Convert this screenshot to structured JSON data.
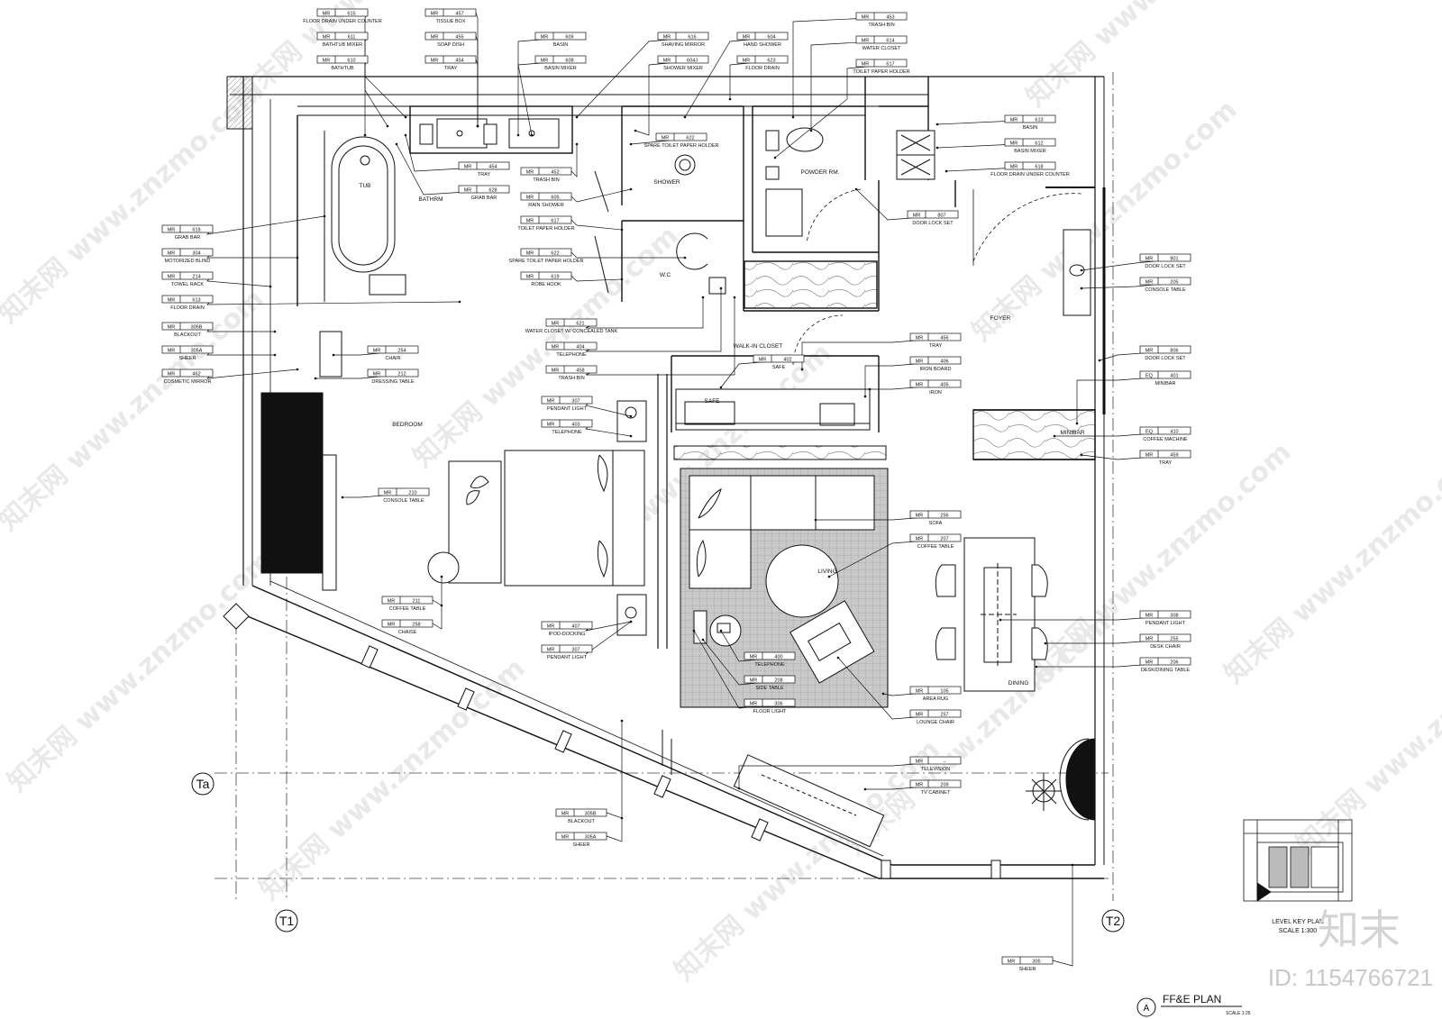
{
  "drawing": {
    "title": "FF&E PLAN",
    "view_id": "A",
    "scale": "SCALE 1:25",
    "key_plan_label_1": "LEVEL KEY PLAN",
    "key_plan_label_2": "SCALE 1:300",
    "grid": {
      "t1": "T1",
      "t2": "T2",
      "ta": "Ta"
    },
    "id_stamp": "ID: 1154766721",
    "logo": "知末",
    "watermark": "知末网 www.znzmo.com"
  },
  "rooms": [
    {
      "key": "tub",
      "label": "TUB"
    },
    {
      "key": "bathroom",
      "label": "BATHRM"
    },
    {
      "key": "shower",
      "label": "SHOWER"
    },
    {
      "key": "wc",
      "label": "W.C"
    },
    {
      "key": "powder",
      "label": "POWDER RM."
    },
    {
      "key": "bedroom",
      "label": "BEDROOM"
    },
    {
      "key": "foyer",
      "label": "FOYER"
    },
    {
      "key": "walkin",
      "label": "WALK-IN CLOSET"
    },
    {
      "key": "living",
      "label": "LIVING"
    },
    {
      "key": "dining",
      "label": "DINING"
    },
    {
      "key": "safe",
      "label": "SAFE"
    },
    {
      "key": "minibar",
      "label": "MINIBAR"
    }
  ],
  "tags": [
    {
      "code": "MR",
      "num": "615",
      "name": "FLOOR DRAIN UNDER COUNTER"
    },
    {
      "code": "MR",
      "num": "611",
      "name": "BATHTUB MIXER"
    },
    {
      "code": "MR",
      "num": "610",
      "name": "BATHTUB"
    },
    {
      "code": "MR",
      "num": "457",
      "name": "TISSUE BOX"
    },
    {
      "code": "MR",
      "num": "455",
      "name": "SOAP DISH"
    },
    {
      "code": "MR",
      "num": "454",
      "name": "TRAY"
    },
    {
      "code": "MR",
      "num": "609",
      "name": "BASIN"
    },
    {
      "code": "MR",
      "num": "608",
      "name": "BASIN MIXER"
    },
    {
      "code": "MR",
      "num": "616",
      "name": "SHAVING MIRROR"
    },
    {
      "code": "MR",
      "num": "604J",
      "name": "SHOWER MIXER"
    },
    {
      "code": "MR",
      "num": "604",
      "name": "HAND SHOWER"
    },
    {
      "code": "MR",
      "num": "623",
      "name": "FLOOR DRAIN"
    },
    {
      "code": "MR",
      "num": "453",
      "name": "TRASH BIN"
    },
    {
      "code": "MR",
      "num": "614",
      "name": "WATER CLOSET"
    },
    {
      "code": "MR",
      "num": "617",
      "name": "TOILET PAPER HOLDER"
    },
    {
      "code": "MR",
      "num": "613",
      "name": "BASIN"
    },
    {
      "code": "MR",
      "num": "612",
      "name": "BASIN MIXER"
    },
    {
      "code": "MR",
      "num": "618",
      "name": "FLOOR DRAIN UNDER COUNTER"
    },
    {
      "code": "MR",
      "num": "622",
      "name": "SPARE TOILET PAPER HOLDER"
    },
    {
      "code": "MR",
      "num": "454",
      "name": "TRAY"
    },
    {
      "code": "MR",
      "num": "628",
      "name": "GRAB BAR"
    },
    {
      "code": "MR",
      "num": "452",
      "name": "TRASH BIN"
    },
    {
      "code": "MR",
      "num": "605",
      "name": "RAIN SHOWER"
    },
    {
      "code": "MR",
      "num": "617",
      "name": "TOILET PAPER HOLDER"
    },
    {
      "code": "MR",
      "num": "622",
      "name": "SPARE TOILET PAPER HOLDER"
    },
    {
      "code": "MR",
      "num": "619",
      "name": "ROBE HOOK"
    },
    {
      "code": "MR",
      "num": "807",
      "name": "DOOR LOCK SET"
    },
    {
      "code": "MR",
      "num": "619",
      "name": "GRAB BAR"
    },
    {
      "code": "MR",
      "num": "304",
      "name": "MOTORIZED BLIND"
    },
    {
      "code": "MR",
      "num": "214",
      "name": "TOWEL RACK"
    },
    {
      "code": "MR",
      "num": "613",
      "name": "FLOOR DRAIN"
    },
    {
      "code": "MR",
      "num": "305B",
      "name": "BLACKOUT"
    },
    {
      "code": "MR",
      "num": "305A",
      "name": "SHEER"
    },
    {
      "code": "MR",
      "num": "462",
      "name": "COSMETIC MIRROR"
    },
    {
      "code": "MR",
      "num": "254",
      "name": "CHAIR"
    },
    {
      "code": "MR",
      "num": "212",
      "name": "DRESSING TABLE"
    },
    {
      "code": "MR",
      "num": "621",
      "name": "WATER CLOSET W/ CONCEALED TANK"
    },
    {
      "code": "MR",
      "num": "404",
      "name": "TELEPHONE"
    },
    {
      "code": "MR",
      "num": "458",
      "name": "TRASH BIN"
    },
    {
      "code": "MR",
      "num": "801",
      "name": "DOOR LOCK SET"
    },
    {
      "code": "MR",
      "num": "205",
      "name": "CONSOLE TABLE"
    },
    {
      "code": "MR",
      "num": "456",
      "name": "TRAY"
    },
    {
      "code": "MR",
      "num": "406",
      "name": "IRON BOARD"
    },
    {
      "code": "MR",
      "num": "405",
      "name": "IRON"
    },
    {
      "code": "MR",
      "num": "402",
      "name": "SAFE"
    },
    {
      "code": "MR",
      "num": "806",
      "name": "DOOR LOCK SET"
    },
    {
      "code": "EQ",
      "num": "401",
      "name": "MINIBAR"
    },
    {
      "code": "EQ",
      "num": "410",
      "name": "COFFEE MACHINE"
    },
    {
      "code": "MR",
      "num": "459",
      "name": "TRAY"
    },
    {
      "code": "MR",
      "num": "307",
      "name": "PENDANT LIGHT"
    },
    {
      "code": "MR",
      "num": "403",
      "name": "TELEPHONE"
    },
    {
      "code": "MR",
      "num": "210",
      "name": "CONSOLE TABLE"
    },
    {
      "code": "MR",
      "num": "256",
      "name": "SOFA"
    },
    {
      "code": "MR",
      "num": "207",
      "name": "COFFEE TABLE"
    },
    {
      "code": "MR",
      "num": "211",
      "name": "COFFEE TABLE"
    },
    {
      "code": "MR",
      "num": "258",
      "name": "CHAISE"
    },
    {
      "code": "MR",
      "num": "407",
      "name": "IPOD-DOCKING"
    },
    {
      "code": "MR",
      "num": "307",
      "name": "PENDANT LIGHT"
    },
    {
      "code": "MR",
      "num": "400",
      "name": "TELEPHONE"
    },
    {
      "code": "MR",
      "num": "208",
      "name": "SIDE TABLE"
    },
    {
      "code": "MR",
      "num": "306",
      "name": "FLOOR LIGHT"
    },
    {
      "code": "MR",
      "num": "105",
      "name": "AREA RUG"
    },
    {
      "code": "MR",
      "num": "257",
      "name": "LOUNGE CHAIR"
    },
    {
      "code": "MR",
      "num": "308",
      "name": "PENDANT LIGHT"
    },
    {
      "code": "MR",
      "num": "255",
      "name": "DESK CHAIR"
    },
    {
      "code": "MR",
      "num": "206",
      "name": "DESK/DINING TABLE"
    },
    {
      "code": "MR",
      "num": "--",
      "name": "TELEVISION"
    },
    {
      "code": "MR",
      "num": "209",
      "name": "TV CABINET"
    },
    {
      "code": "MR",
      "num": "305B",
      "name": "BLACKOUT"
    },
    {
      "code": "MR",
      "num": "305A",
      "name": "SHEER"
    },
    {
      "code": "MR",
      "num": "305",
      "name": "SHEER"
    }
  ]
}
